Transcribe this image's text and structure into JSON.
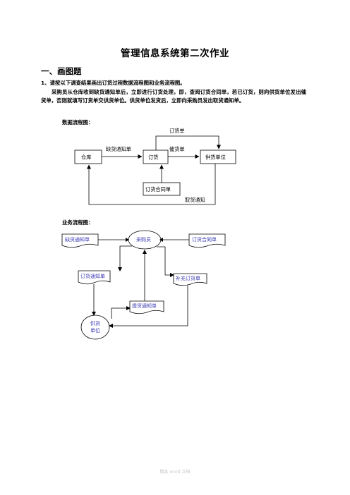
{
  "doc": {
    "title": "管理信息系统第二次作业",
    "heading": "一、画图题",
    "question": "1、请按以下调查结果画出订货过程数据流程图和业务流程图。",
    "paragraph": "采购员从仓库收到缺货通知单后，立即进行订货处理，即，查阅订货合同单，若已订货，则向供货单位发出催货单，否则就填写订货单交供货单位。供货单位发货后，立即向采购员发出取货通知单。",
    "dfd_label": "数据流程图：",
    "bfd_label": "业务流程图："
  },
  "dfd": {
    "warehouse": "仓库",
    "order": "订货",
    "supplier": "供货单位",
    "contract": "订货合同单",
    "flow_shortage": "缺货通知单",
    "flow_urge": "催货单",
    "flow_order_top": "订货单",
    "flow_pickup": "取货通知"
  },
  "bfd": {
    "shortage_doc": "缺货通知单",
    "buyer": "采购员",
    "contract_doc": "订货合同单",
    "order_doc": "订货通知单",
    "supplement_doc": "补充订货单",
    "pickup_doc": "提货通知单",
    "supplier_line1": "供货",
    "supplier_line2": "单位"
  },
  "footer": "精品 word 文档",
  "colors": {
    "bfd_text": "#3b3bb3",
    "footer": "#c8c8c8"
  }
}
